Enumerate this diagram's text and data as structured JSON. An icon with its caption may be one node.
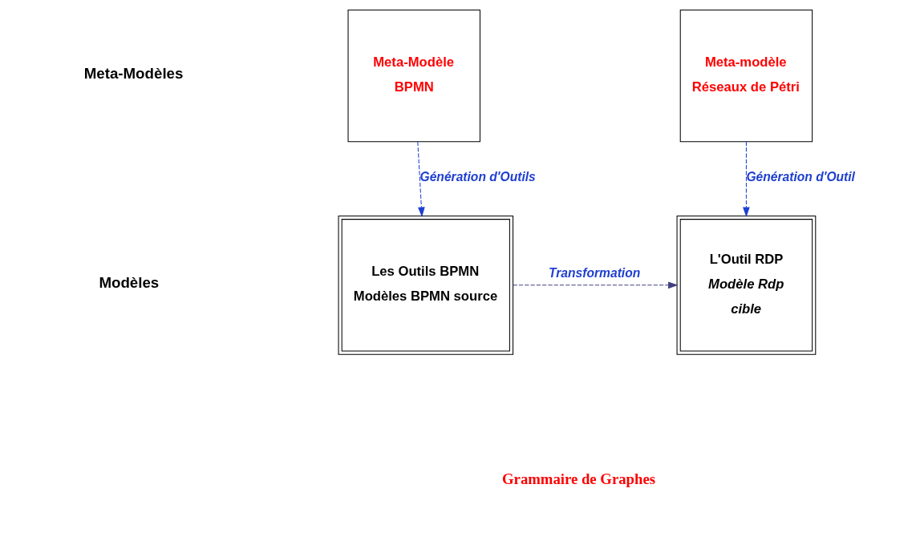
{
  "diagram": {
    "nodes": [
      {
        "text": [
          "Meta-Modèle",
          "BPMN"
        ]
      },
      {
        "text": [
          "Meta-modèle",
          "Réseaux de Pétri"
        ]
      },
      {
        "text": [
          "Les Outils BPMN",
          "Modèles BPMN source"
        ]
      },
      {
        "text": [
          "L'Outil RDP",
          "Modèle Rdp",
          "cible"
        ]
      }
    ],
    "edges": [
      {
        "from": 0,
        "to": 2,
        "arrow": "to",
        "label": "Génération d'Outils",
        "style": "dashed",
        "color": "#1f3fd0"
      },
      {
        "from": 1,
        "to": 3,
        "arrow": "to",
        "label": "Génération d'Outil",
        "style": "dashed",
        "color": "#1f3fd0"
      },
      {
        "from": 2,
        "to": 3,
        "arrow": "to",
        "label": "Transformation",
        "style": "dashed",
        "color": "#404080"
      }
    ],
    "labels": [
      "Meta-Modèles",
      "Modèles",
      "Grammaire de Graphes"
    ]
  }
}
